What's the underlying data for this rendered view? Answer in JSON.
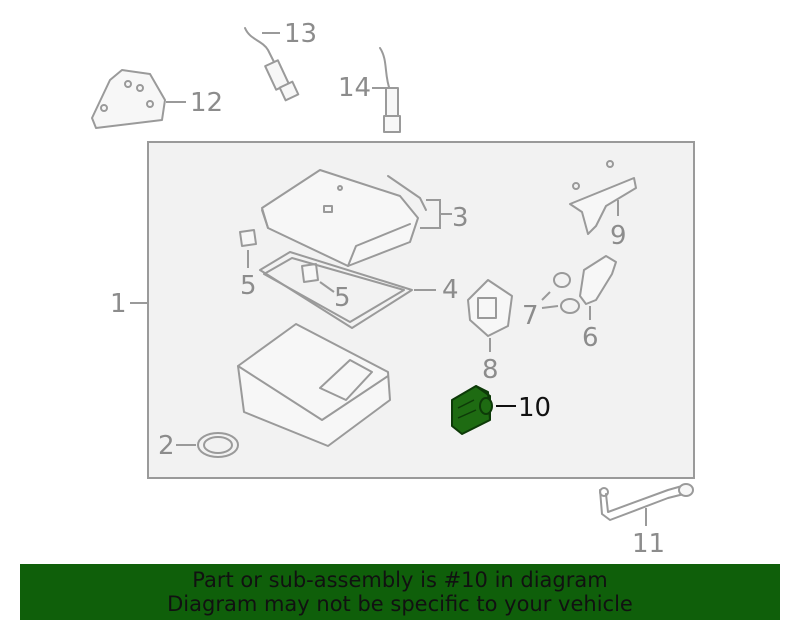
{
  "diagram": {
    "callouts": {
      "c1": "1",
      "c2": "2",
      "c3": "3",
      "c4": "4",
      "c5a": "5",
      "c5b": "5",
      "c6": "6",
      "c7": "7",
      "c8": "8",
      "c9": "9",
      "c10": "10",
      "c11": "11",
      "c12": "12",
      "c13": "13",
      "c14": "14"
    },
    "highlight_part": "10",
    "colors": {
      "highlight_fill": "#1e6b12",
      "banner": "#0f5f0a",
      "line": "#9a9a9a"
    }
  },
  "banner": {
    "line1": "Part or sub-assembly is #10 in diagram",
    "line2": "Diagram may not be specific to your vehicle"
  }
}
